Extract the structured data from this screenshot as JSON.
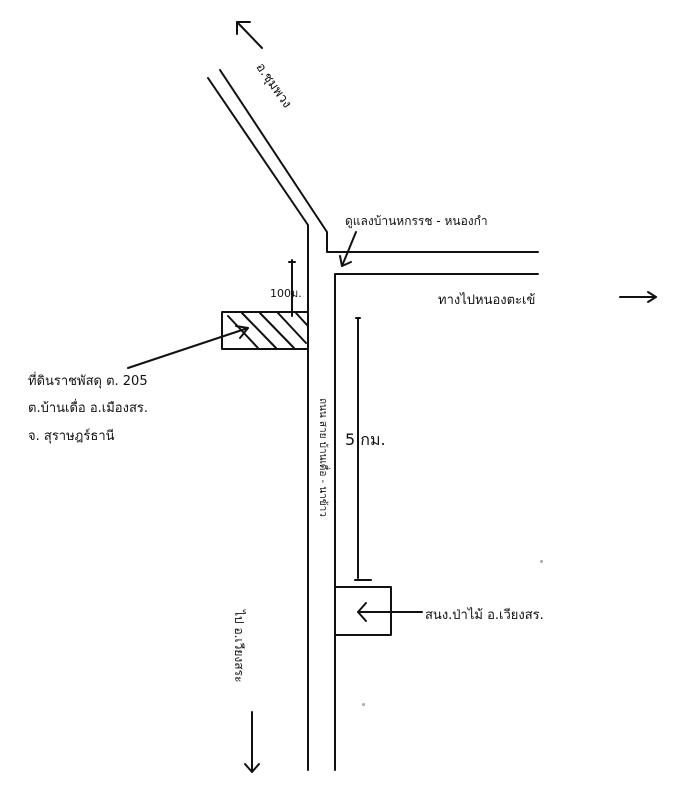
{
  "labels": {
    "top_road": "อ.ชุมพวง",
    "junction": "ดูแลงบ้านหกรรช - หนองกำ",
    "distance_small": "100ม.",
    "east_direction": "ทางไปหนองตะเข้",
    "site_line1": "ที่ดินราชพัสดุ ต. 205",
    "site_line2": "ต.บ้านเดื่อ อ.เมืองสร.",
    "site_line3": "จ. สุราษฎร์ธานี",
    "distance_large": "5 กม.",
    "vertical_road": "ถนน สาย บ้านเดื่อ - นาข้าว",
    "office": "สนง.ป่าไม้ อ.เวียงสร.",
    "south_direction": "ไป อ.เวียงสระ"
  },
  "colors": {
    "ink": "#111111"
  }
}
